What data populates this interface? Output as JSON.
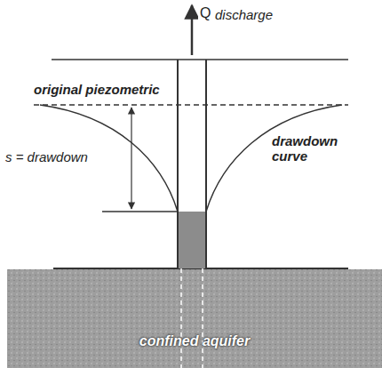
{
  "diagram": {
    "nodes": [
      {
        "text": [
          "confined aquifer"
        ]
      }
    ],
    "labels": [
      "Q",
      "discharge",
      "original piezometric",
      "s = drawdown",
      "drawdown curve"
    ]
  }
}
